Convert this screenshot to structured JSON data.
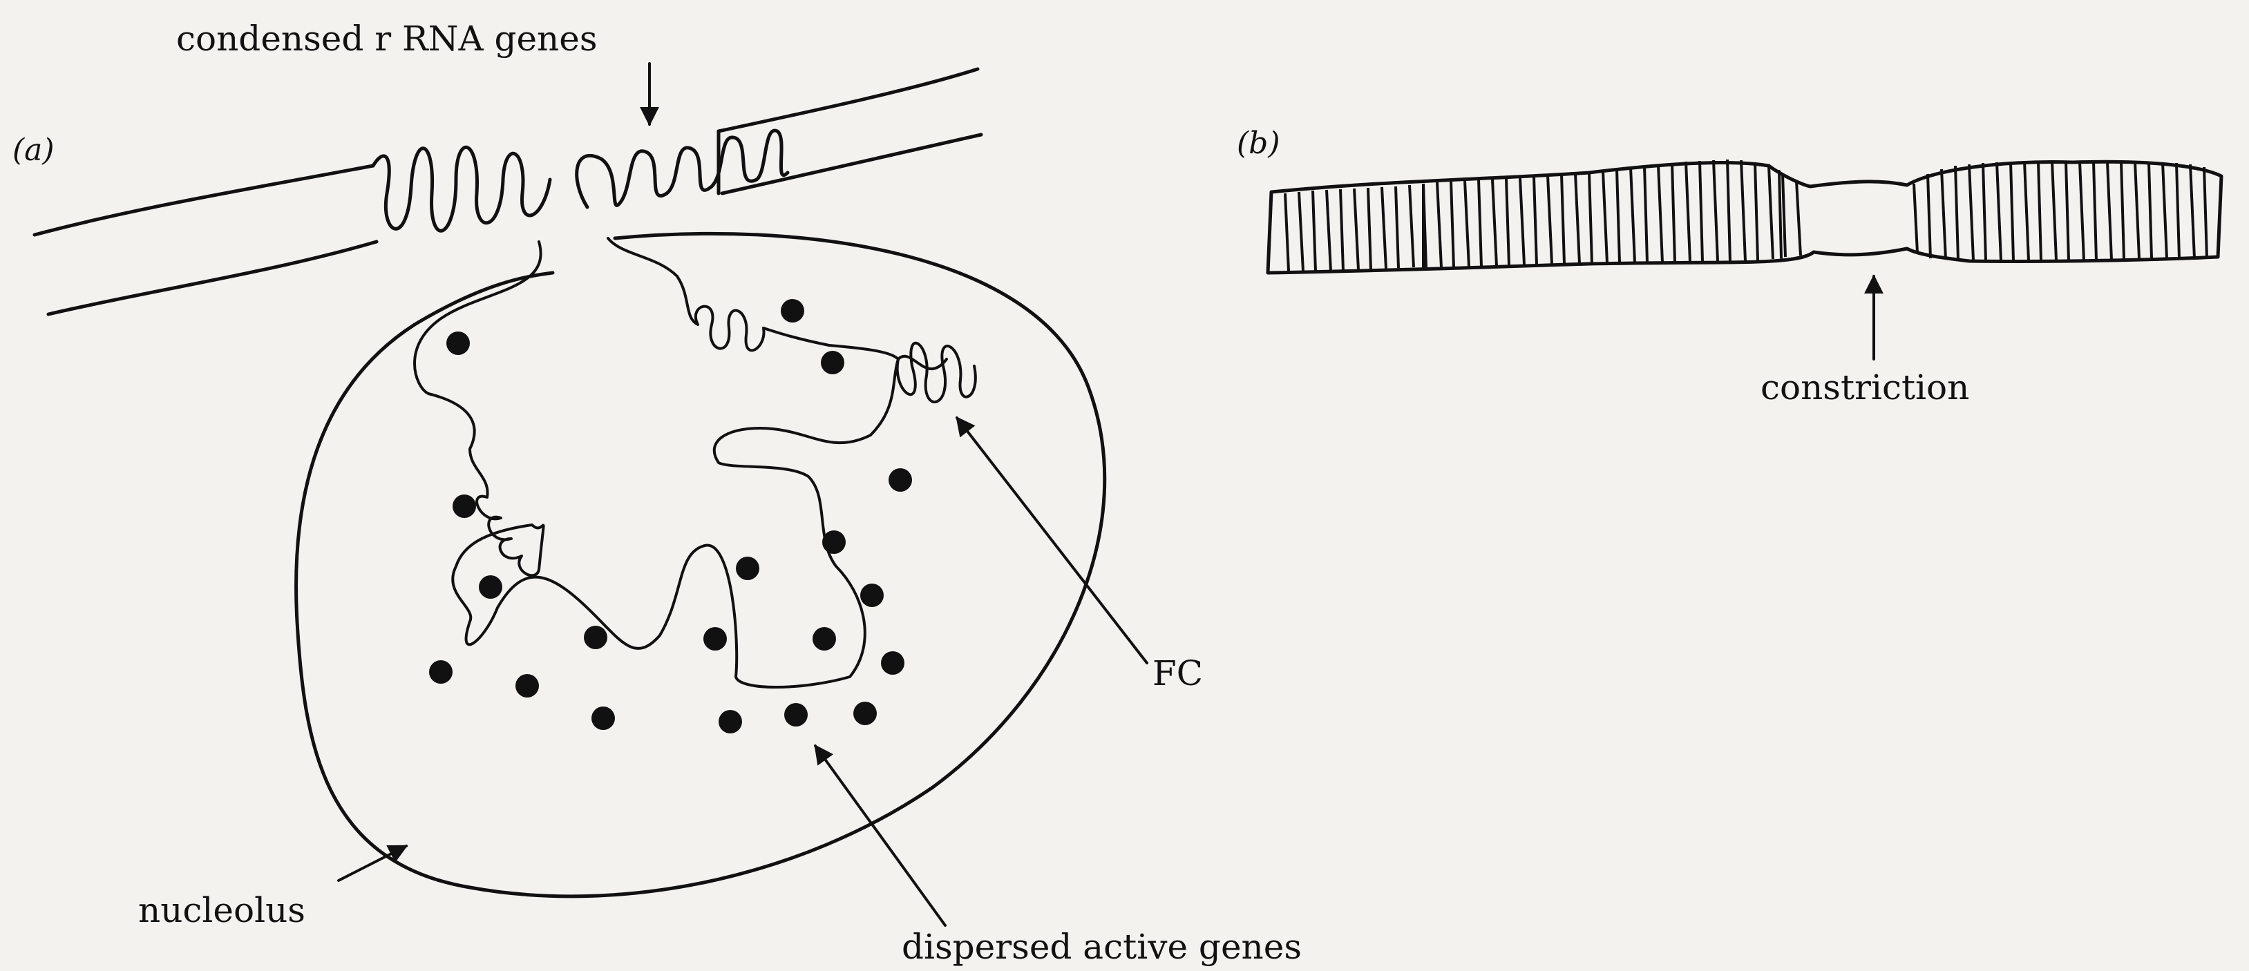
{
  "panel_a": {
    "tag": "(a)",
    "labels": {
      "condensed": "condensed r RNA genes",
      "fc": "FC",
      "nucleolus": "nucleolus",
      "dispersed": "dispersed active genes"
    }
  },
  "panel_b": {
    "tag": "(b)",
    "labels": {
      "constriction": "constriction"
    }
  },
  "colors": {
    "ink": "#111111",
    "paper": "#f3f2ee"
  }
}
